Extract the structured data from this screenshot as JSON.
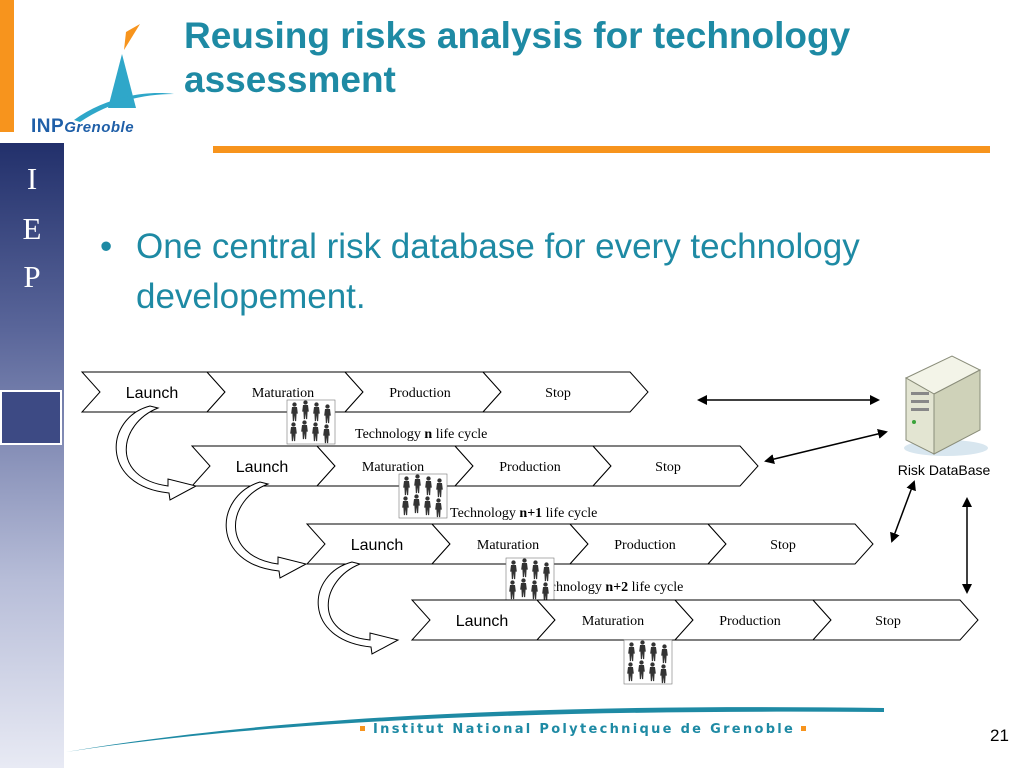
{
  "slide": {
    "title": "Reusing risks analysis for technology assessment",
    "bullet": "One central risk database for every technology developement.",
    "page_number": "21",
    "footer": "Institut National Polytechnique de Grenoble"
  },
  "logo": {
    "inp": "INP",
    "grenoble": "Grenoble"
  },
  "sidebar": {
    "letters": [
      "I",
      "E",
      "P"
    ]
  },
  "diagram": {
    "stages": [
      "Launch",
      "Maturation",
      "Production",
      "Stop"
    ],
    "lifecycles": [
      {
        "prefix": "Technology ",
        "bold": "n",
        "suffix": " life cycle"
      },
      {
        "prefix": "Technology ",
        "bold": "n+1",
        "suffix": " life cycle"
      },
      {
        "prefix": "Technology ",
        "bold": "n+2",
        "suffix": " life cycle"
      }
    ],
    "database_label": "Risk DataBase"
  },
  "colors": {
    "accent_teal": "#1e8aa4",
    "accent_orange": "#f7941d",
    "sidebar_navy": "#22306b"
  }
}
